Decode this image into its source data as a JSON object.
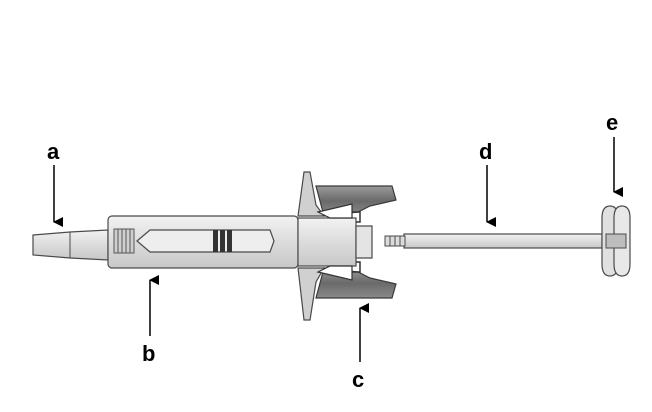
{
  "labels": {
    "a": "a",
    "b": "b",
    "c": "c",
    "d": "d",
    "e": "e"
  },
  "colors": {
    "body_fill": "#e6e6e6",
    "body_stroke": "#4a4a4a",
    "dark_part": "#6f6f6f",
    "light_part": "#d4d4d4",
    "arrow": "#000000",
    "background": "#ffffff"
  }
}
